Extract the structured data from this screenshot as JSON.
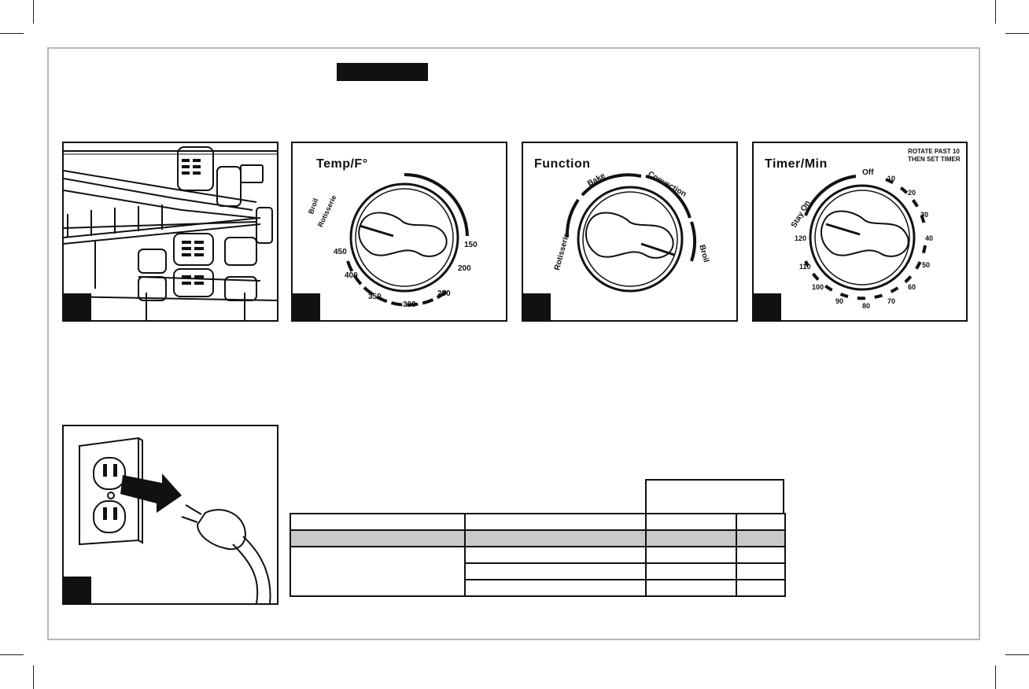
{
  "dials": {
    "temp": {
      "title": "Temp/F°",
      "top_labels": [
        "Broil",
        "Rotisserie"
      ],
      "scale": [
        "450",
        "400",
        "350",
        "300",
        "250",
        "200",
        "150"
      ]
    },
    "function": {
      "title": "Function",
      "labels": [
        "Rotisserie",
        "Bake",
        "Convection",
        "Broil"
      ]
    },
    "timer": {
      "title": "Timer/Min",
      "note_line1": "ROTATE PAST 10",
      "note_line2": "THEN SET TIMER",
      "labels": [
        "Stay On",
        "Off"
      ],
      "scale": [
        "10",
        "20",
        "30",
        "40",
        "50",
        "60",
        "70",
        "80",
        "90",
        "100",
        "110",
        "120"
      ]
    }
  },
  "table": {
    "rows": [
      [
        "",
        "",
        "",
        ""
      ],
      [
        "",
        "",
        "",
        ""
      ],
      [
        "",
        "",
        "",
        ""
      ],
      [
        "",
        "",
        "",
        ""
      ],
      [
        "",
        "",
        "",
        ""
      ]
    ]
  },
  "colors": {
    "ink": "#111111",
    "frame": "#b8b8b8",
    "shade": "#c9c9c9"
  }
}
